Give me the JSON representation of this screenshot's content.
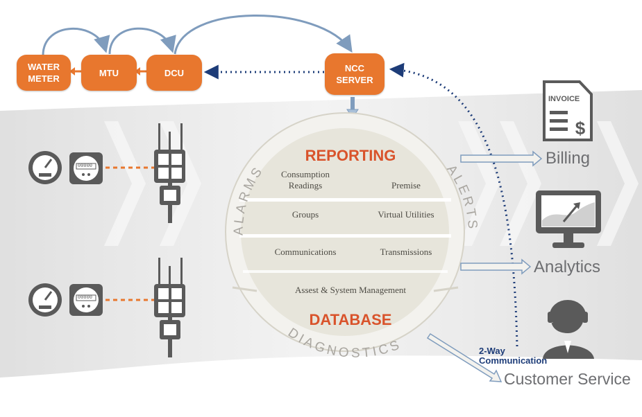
{
  "nodes": {
    "water_meter": "WATER\nMETER",
    "mtu": "MTU",
    "dcu": "DCU",
    "ncc_server": "NCC\nSERVER"
  },
  "circle": {
    "ring_left": "ALARMS",
    "ring_right": "ALERTS",
    "ring_bottom": "DIAGNOSTICS",
    "top_title": "REPORTING",
    "bottom_title": "DATABASE",
    "items": {
      "consumption": "Consumption\nReadings",
      "premise": "Premise",
      "groups": "Groups",
      "virtual_utilities": "Virtual Utilities",
      "communications": "Communications",
      "transmissions": "Transmissions",
      "asset_management": "Assest & System Management"
    }
  },
  "outputs": {
    "billing": "Billing",
    "analytics": "Analytics",
    "customer_service": "Customer Service",
    "invoice_label": "INVOICE",
    "two_way": "2-Way\nCommunication"
  },
  "meter_display": "00000",
  "icons": [
    "gauge-icon",
    "digital-meter-icon",
    "collector-tower-icon",
    "invoice-icon",
    "monitor-chart-icon",
    "headset-agent-icon"
  ],
  "colors": {
    "node_orange": "#e8772e",
    "title_red": "#d9532b",
    "dotted_blue": "#1d3c78",
    "arrow_blue": "#a9c0d8",
    "circle_fill": "#e7e5db",
    "ring_fill": "#f3f2ee"
  }
}
